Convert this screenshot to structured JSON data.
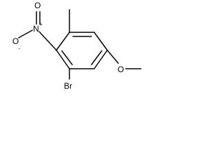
{
  "molecule": {
    "atoms": {
      "nitro_n": {
        "symbol": "N",
        "charge": "+"
      },
      "nitro_o_single": {
        "symbol": "O",
        "charge": "-"
      },
      "nitro_o_double": {
        "symbol": "O",
        "charge": ""
      },
      "bromine": {
        "symbol": "Br",
        "charge": ""
      },
      "ether_o": {
        "symbol": "O",
        "charge": ""
      }
    },
    "substituents": [
      "methyl",
      "nitro",
      "bromo",
      "methoxy"
    ],
    "colors": {
      "bond": "#000000",
      "text": "#000000",
      "background": "#ffffff"
    }
  }
}
